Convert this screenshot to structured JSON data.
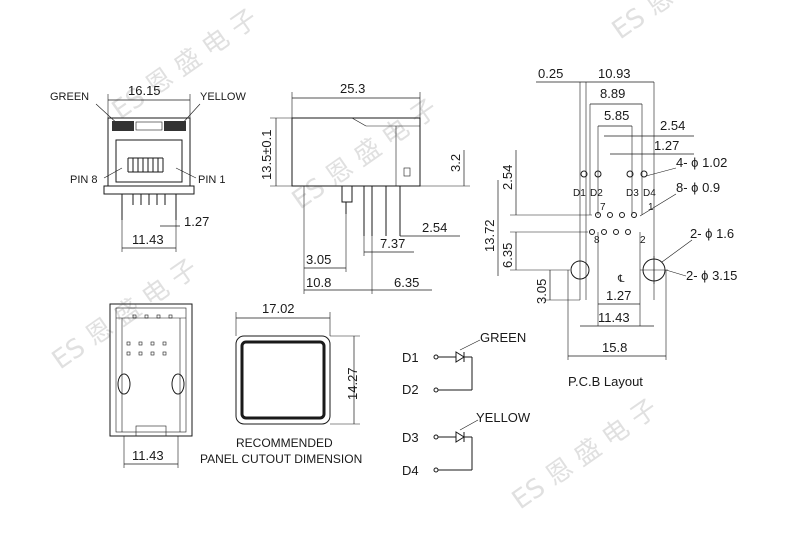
{
  "watermark": {
    "text": "ES 恩 盛 电 子"
  },
  "front_view": {
    "width_dim": "16.15",
    "label_green": "GREEN",
    "label_yellow": "YELLOW",
    "label_pin8": "PIN 8",
    "label_pin1": "PIN 1",
    "pitch_dim": "1.27",
    "span_dim": "11.43"
  },
  "side_view": {
    "length_dim": "25.3",
    "height_dim": "13.5±0.1",
    "standoff_dim": "3.2",
    "pin_pitch_dim": "2.54",
    "dim_737": "7.37",
    "dim_305": "3.05",
    "dim_108": "10.8",
    "dim_635": "6.35"
  },
  "bottom_view": {
    "span_dim": "11.43"
  },
  "panel_cutout": {
    "width_dim": "17.02",
    "height_dim": "14.27",
    "caption_line1": "RECOMMENDED",
    "caption_line2": "PANEL CUTOUT DIMENSION"
  },
  "pcb_layout": {
    "dim_025": "0.25",
    "dim_1093": "10.93",
    "dim_889": "8.89",
    "dim_585": "5.85",
    "dim_254_top": "2.54",
    "dim_127_top": "1.27",
    "dim_254_left": "2.54",
    "dim_1372": "13.72",
    "dim_635": "6.35",
    "dim_305": "3.05",
    "dim_127_bot": "1.27",
    "dim_1143": "11.43",
    "dim_158": "15.8",
    "note_4phi": "4- ϕ 1.02",
    "note_8phi": "8- ϕ 0.9",
    "note_2phi16": "2- ϕ 1.6",
    "note_2phi315": "2- ϕ 3.15",
    "pin_d1": "D1",
    "pin_d2": "D2",
    "pin_d3": "D3",
    "pin_d4": "D4",
    "pin_7": "7",
    "pin_8": "8",
    "pin_1": "1",
    "pin_2": "2",
    "center_mark": "℄",
    "caption": "P.C.B Layout"
  },
  "led_schematic": {
    "d1": "D1",
    "d2": "D2",
    "green": "GREEN",
    "d3": "D3",
    "d4": "D4",
    "yellow": "YELLOW"
  }
}
